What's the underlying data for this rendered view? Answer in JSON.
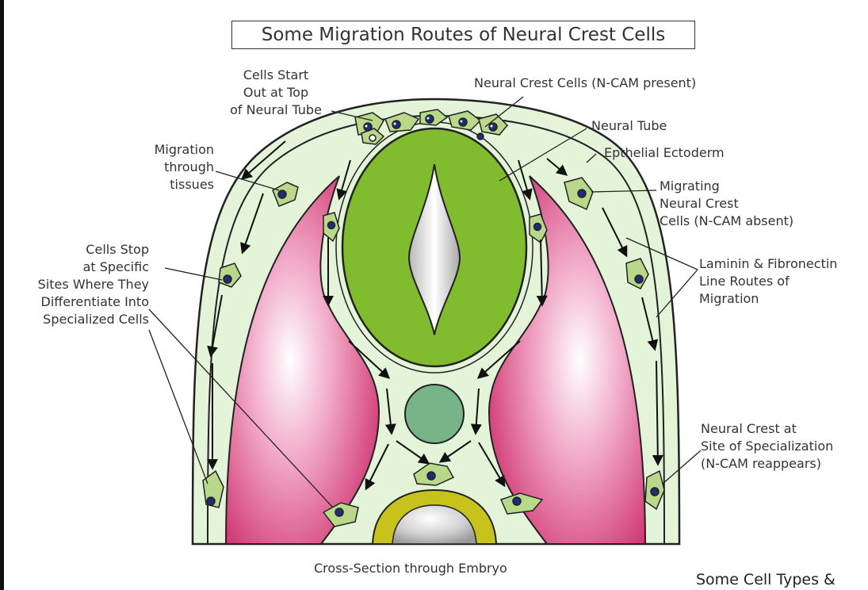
{
  "title": "Some Migration Routes of Neural Crest Cells",
  "labels": {
    "cells_start": [
      "Cells Start",
      "Out at Top",
      "of Neural Tube"
    ],
    "neural_crest_cells": "Neural Crest Cells (N-CAM present)",
    "neural_tube": "Neural Tube",
    "epithelial_ectoderm": "Epthelial Ectoderm",
    "migration_through_tissues": [
      "Migration",
      "through",
      "tissues"
    ],
    "migrating_neural_crest": [
      "Migrating",
      "Neural Crest",
      "Cells (N-CAM absent)"
    ],
    "cells_stop": [
      "Cells Stop",
      "at Specific",
      "Sites Where They",
      "Differentiate  Into",
      "Specialized Cells"
    ],
    "laminin": [
      "Laminin & Fibronectin",
      "Line Routes of",
      "Migration"
    ],
    "neural_crest_site": [
      "Neural Crest at",
      "Site of Specialization",
      "(N-CAM reappears)"
    ],
    "caption": "Cross-Section through Embryo",
    "bottom_right_partial": "Some Cell Types &"
  },
  "colors": {
    "outer_tissue": "#e2f3d8",
    "neural_tube": "#7fbb2c",
    "somite": "#d63f78",
    "notochord": "#78b488",
    "aorta_ring": "#c9c21e",
    "cell_fill": "#b9d88a",
    "nucleus": "#1d2e74"
  }
}
